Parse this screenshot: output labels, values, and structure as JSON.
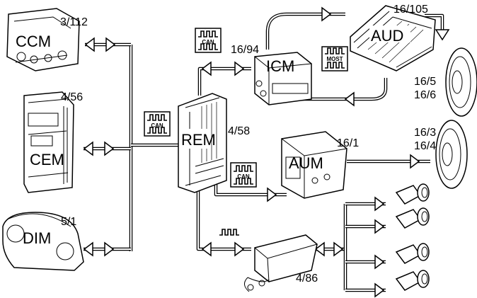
{
  "modules": {
    "ccm": {
      "name": "CCM",
      "code": "3/112"
    },
    "cem": {
      "name": "CEM",
      "code": "4/56"
    },
    "dim": {
      "name": "DIM",
      "code": "5/1"
    },
    "rem": {
      "name": "REM",
      "code": "4/58"
    },
    "icm": {
      "name": "ICM",
      "code": "16/94"
    },
    "aud": {
      "name": "AUD",
      "code": "16/105"
    },
    "aum": {
      "name": "AUM",
      "code": "16/1"
    },
    "parking": {
      "code": "4/86"
    }
  },
  "speakers": {
    "upper": {
      "code_a": "16/5",
      "code_b": "16/6"
    },
    "lower": {
      "code_a": "16/3",
      "code_b": "16/4"
    }
  },
  "badges": {
    "can_label": "CAN",
    "most_label": "MOST"
  }
}
